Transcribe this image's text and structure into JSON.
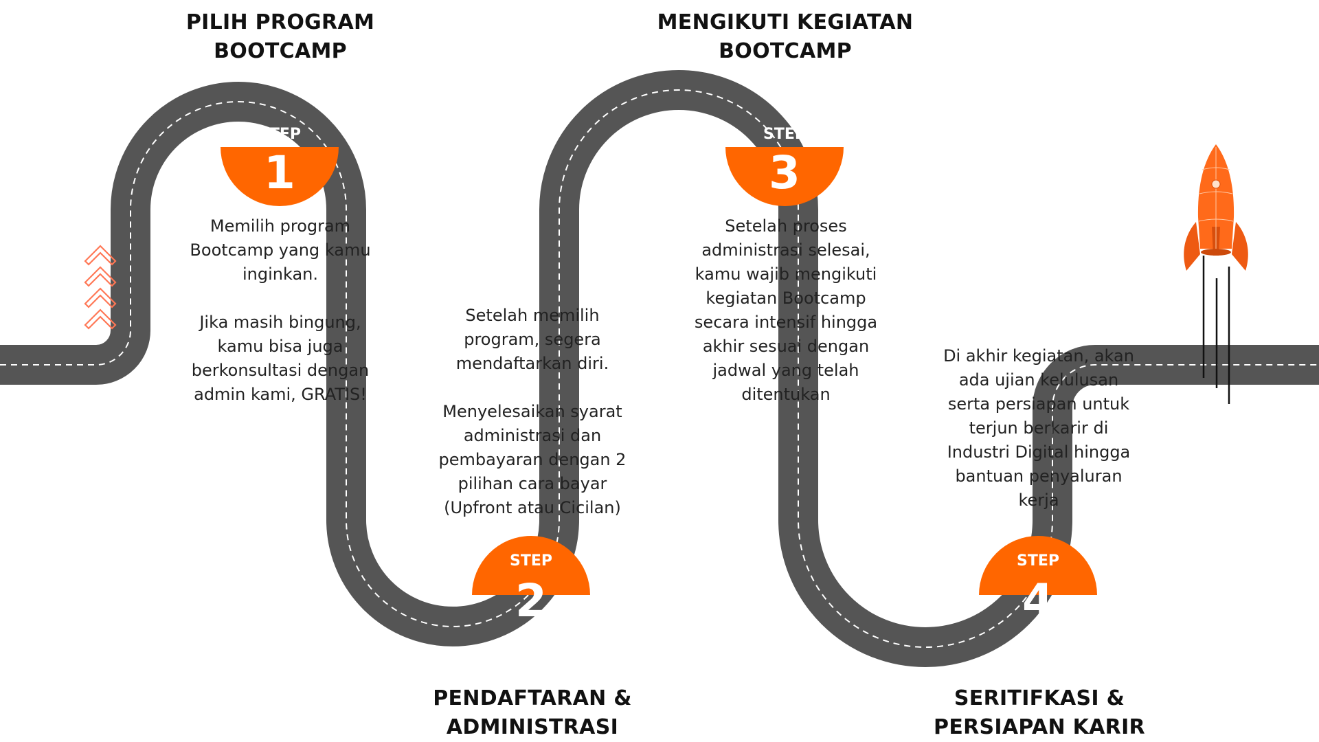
{
  "colors": {
    "road": "#555555",
    "road_edge": "#ffffff",
    "lane": "#ffffff",
    "accent": "#ff6600",
    "chevron": "#ff7755",
    "text": "#222222"
  },
  "icons": {
    "start_marker": "chevron-up-icon",
    "finish_marker": "rocket-icon"
  },
  "steps": [
    {
      "label": "STEP",
      "number": "1",
      "title_lines": [
        "PILIH PROGRAM",
        "BOOTCAMP"
      ],
      "desc_paragraphs": [
        "Memilih program Bootcamp yang kamu inginkan.",
        "Jika masih bingung, kamu bisa juga berkonsultasi dengan admin kami, GRATIS!"
      ]
    },
    {
      "label": "STEP",
      "number": "2",
      "title_lines": [
        "PENDAFTARAN &",
        "ADMINISTRASI"
      ],
      "desc_paragraphs": [
        "Setelah memilih program, segera mendaftarkan diri.",
        "Menyelesaikan syarat administrasi dan pembayaran dengan 2 pilihan cara bayar (Upfront atau Cicilan)"
      ]
    },
    {
      "label": "STEP",
      "number": "3",
      "title_lines": [
        "MENGIKUTI KEGIATAN",
        "BOOTCAMP"
      ],
      "desc_paragraphs": [
        "Setelah proses administrasi selesai, kamu wajib mengikuti kegiatan Bootcamp secara intensif hingga akhir sesuai dengan jadwal yang telah ditentukan"
      ]
    },
    {
      "label": "STEP",
      "number": "4",
      "title_lines": [
        "SERITIFKASI &",
        "PERSIAPAN KARIR"
      ],
      "desc_paragraphs": [
        "Di akhir kegiatan, akan ada ujian kelulusan serta persiapan untuk terjun berkarir di Industri Digital hingga bantuan penyaluran kerja"
      ]
    }
  ]
}
